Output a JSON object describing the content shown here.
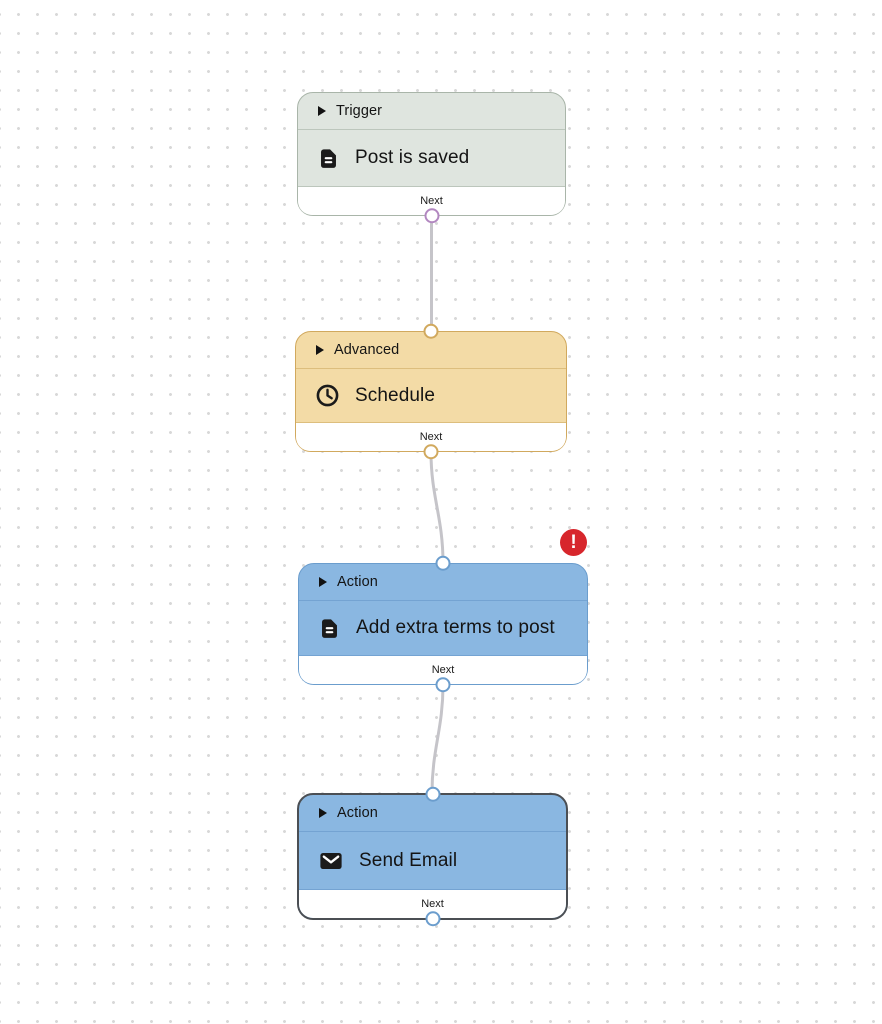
{
  "canvas": {
    "background": "#ffffff",
    "dot_color": "#d8d8d8",
    "wire_color": "#c5c4c9"
  },
  "nodes": [
    {
      "category": "Trigger",
      "title": "Post is saved",
      "icon": "document-icon",
      "port_label": "Next",
      "has_error": false,
      "selected": false,
      "colors": {
        "bg": "#dfe5df",
        "border": "#a9b5a9",
        "divider": "#bcc6bc",
        "output_handle": "#b287c0"
      }
    },
    {
      "category": "Advanced",
      "title": "Schedule",
      "icon": "clock-icon",
      "port_label": "Next",
      "has_error": false,
      "selected": false,
      "colors": {
        "bg": "#f3dba6",
        "border": "#d1a95e",
        "divider": "#ddbe7d",
        "input_handle": "#d1a95e",
        "output_handle": "#d1a95e"
      }
    },
    {
      "category": "Action",
      "title": "Add extra terms to post",
      "icon": "document-icon",
      "port_label": "Next",
      "has_error": true,
      "selected": false,
      "colors": {
        "bg": "#8ab7e1",
        "border": "#6b9dcd",
        "divider": "#74a3d2",
        "input_handle": "#6b9dcd",
        "output_handle": "#6b9dcd"
      }
    },
    {
      "category": "Action",
      "title": "Send Email",
      "icon": "envelope-icon",
      "port_label": "Next",
      "has_error": false,
      "selected": true,
      "colors": {
        "bg": "#8ab7e1",
        "border": "#4b4f54",
        "divider": "#74a3d2",
        "input_handle": "#6b9dcd",
        "output_handle": "#6b9dcd"
      }
    }
  ],
  "error_badge": {
    "symbol": "!",
    "bg": "#d7262c",
    "fg": "#ffffff"
  }
}
